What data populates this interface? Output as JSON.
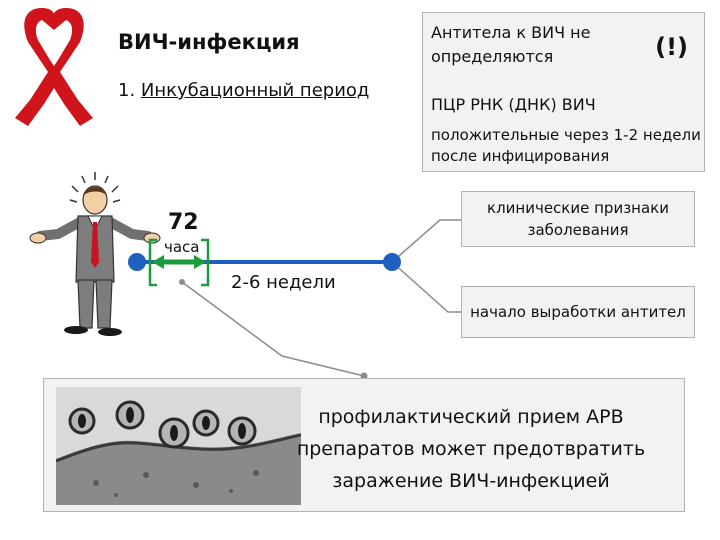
{
  "title": "ВИЧ-инфекция",
  "subtitle": {
    "prefix": "1. ",
    "underlined": "Инкубационный период"
  },
  "info_box": {
    "line1": "Антитела к ВИЧ не определяются",
    "mark": "(!)",
    "line2": "ПЦР РНК (ДНК) ВИЧ",
    "line3": "положительные через 1-2 недели после инфицирования"
  },
  "timeline": {
    "hours_number": "72",
    "hours_unit": "часа",
    "weeks_label": "2-6 недели"
  },
  "clinical_label": "клинические признаки заболевания",
  "antibody_label": "начало выработки антител",
  "bottom_text": "профилактический прием АРВ препаратов может предотвратить заражение ВИЧ-инфекцией",
  "colors": {
    "ribbon": "#d0141c",
    "timeline_blue": "#1f5fbf",
    "green": "#1a9c3c",
    "connector_gray": "#8c8c8c",
    "box_fill": "#f2f2f2",
    "box_border": "#b3b3b3"
  }
}
